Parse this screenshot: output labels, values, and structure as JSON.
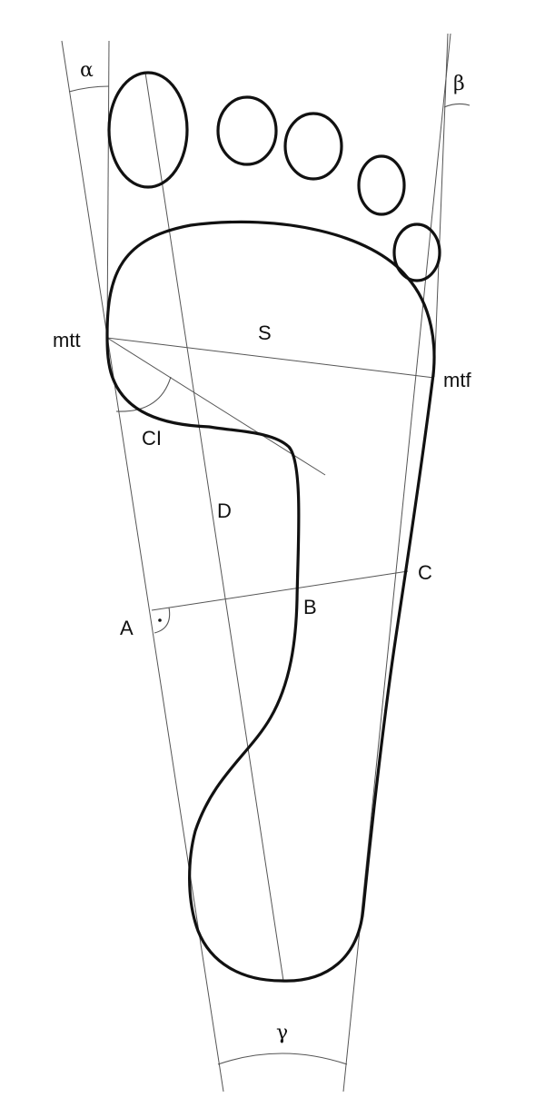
{
  "figure": {
    "labels": {
      "alpha": "α",
      "beta": "β",
      "gamma": "γ",
      "mtt": "mtt",
      "mtf": "mtf",
      "s": "S",
      "ci": "CI",
      "d": "D",
      "a": "A",
      "b": "B",
      "c": "C"
    },
    "colors": {
      "outline": "#111111",
      "guide": "#555555",
      "background": "#ffffff"
    }
  }
}
